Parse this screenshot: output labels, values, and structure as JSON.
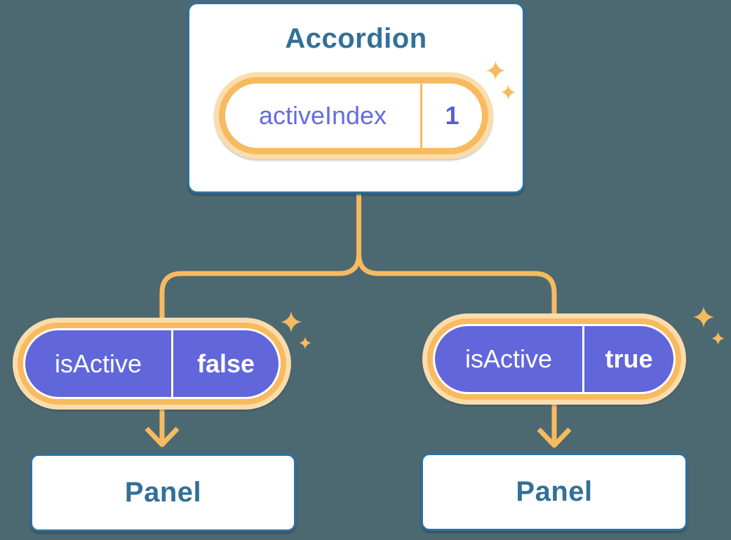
{
  "colors": {
    "background": "#4C6972",
    "card_border": "#2C71A3",
    "heading": "#327098",
    "orange": "#F7BA5F",
    "orange_light": "#FBDCAC",
    "purple": "#6166DB",
    "purple_text": "#666CDE",
    "purple_value": "#585DD6",
    "white": "#FFFFFF"
  },
  "diagram": {
    "accordion": {
      "title": "Accordion",
      "state": {
        "label": "activeIndex",
        "value": "1"
      }
    },
    "children": [
      {
        "prop": {
          "label": "isActive",
          "value": "false"
        },
        "panel": "Panel"
      },
      {
        "prop": {
          "label": "isActive",
          "value": "true"
        },
        "panel": "Panel"
      }
    ]
  }
}
